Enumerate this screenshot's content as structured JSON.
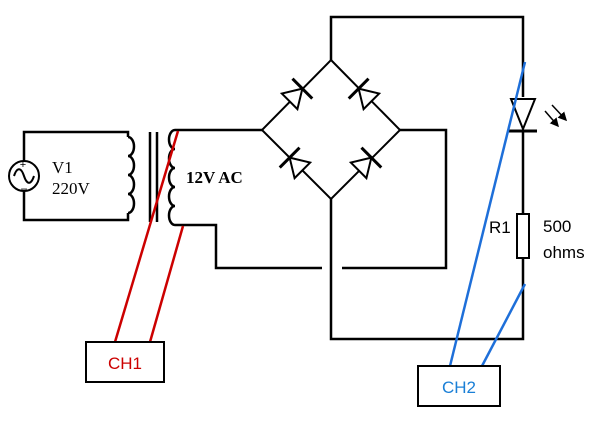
{
  "source": {
    "name": "V1",
    "voltage": "220V",
    "plus_sign": "+",
    "minus_sign": "−"
  },
  "transformer": {
    "secondary_label": "12V AC"
  },
  "resistor": {
    "name": "R1",
    "value": "500",
    "unit": "ohms"
  },
  "probes": {
    "ch1": {
      "label": "CH1",
      "color": "#cc0000"
    },
    "ch2": {
      "label": "CH2",
      "color": "#1e6fd9"
    }
  },
  "colors": {
    "wire": "#000000",
    "ch1_text": "#cc0000",
    "ch2_text": "#1a7fd6"
  }
}
